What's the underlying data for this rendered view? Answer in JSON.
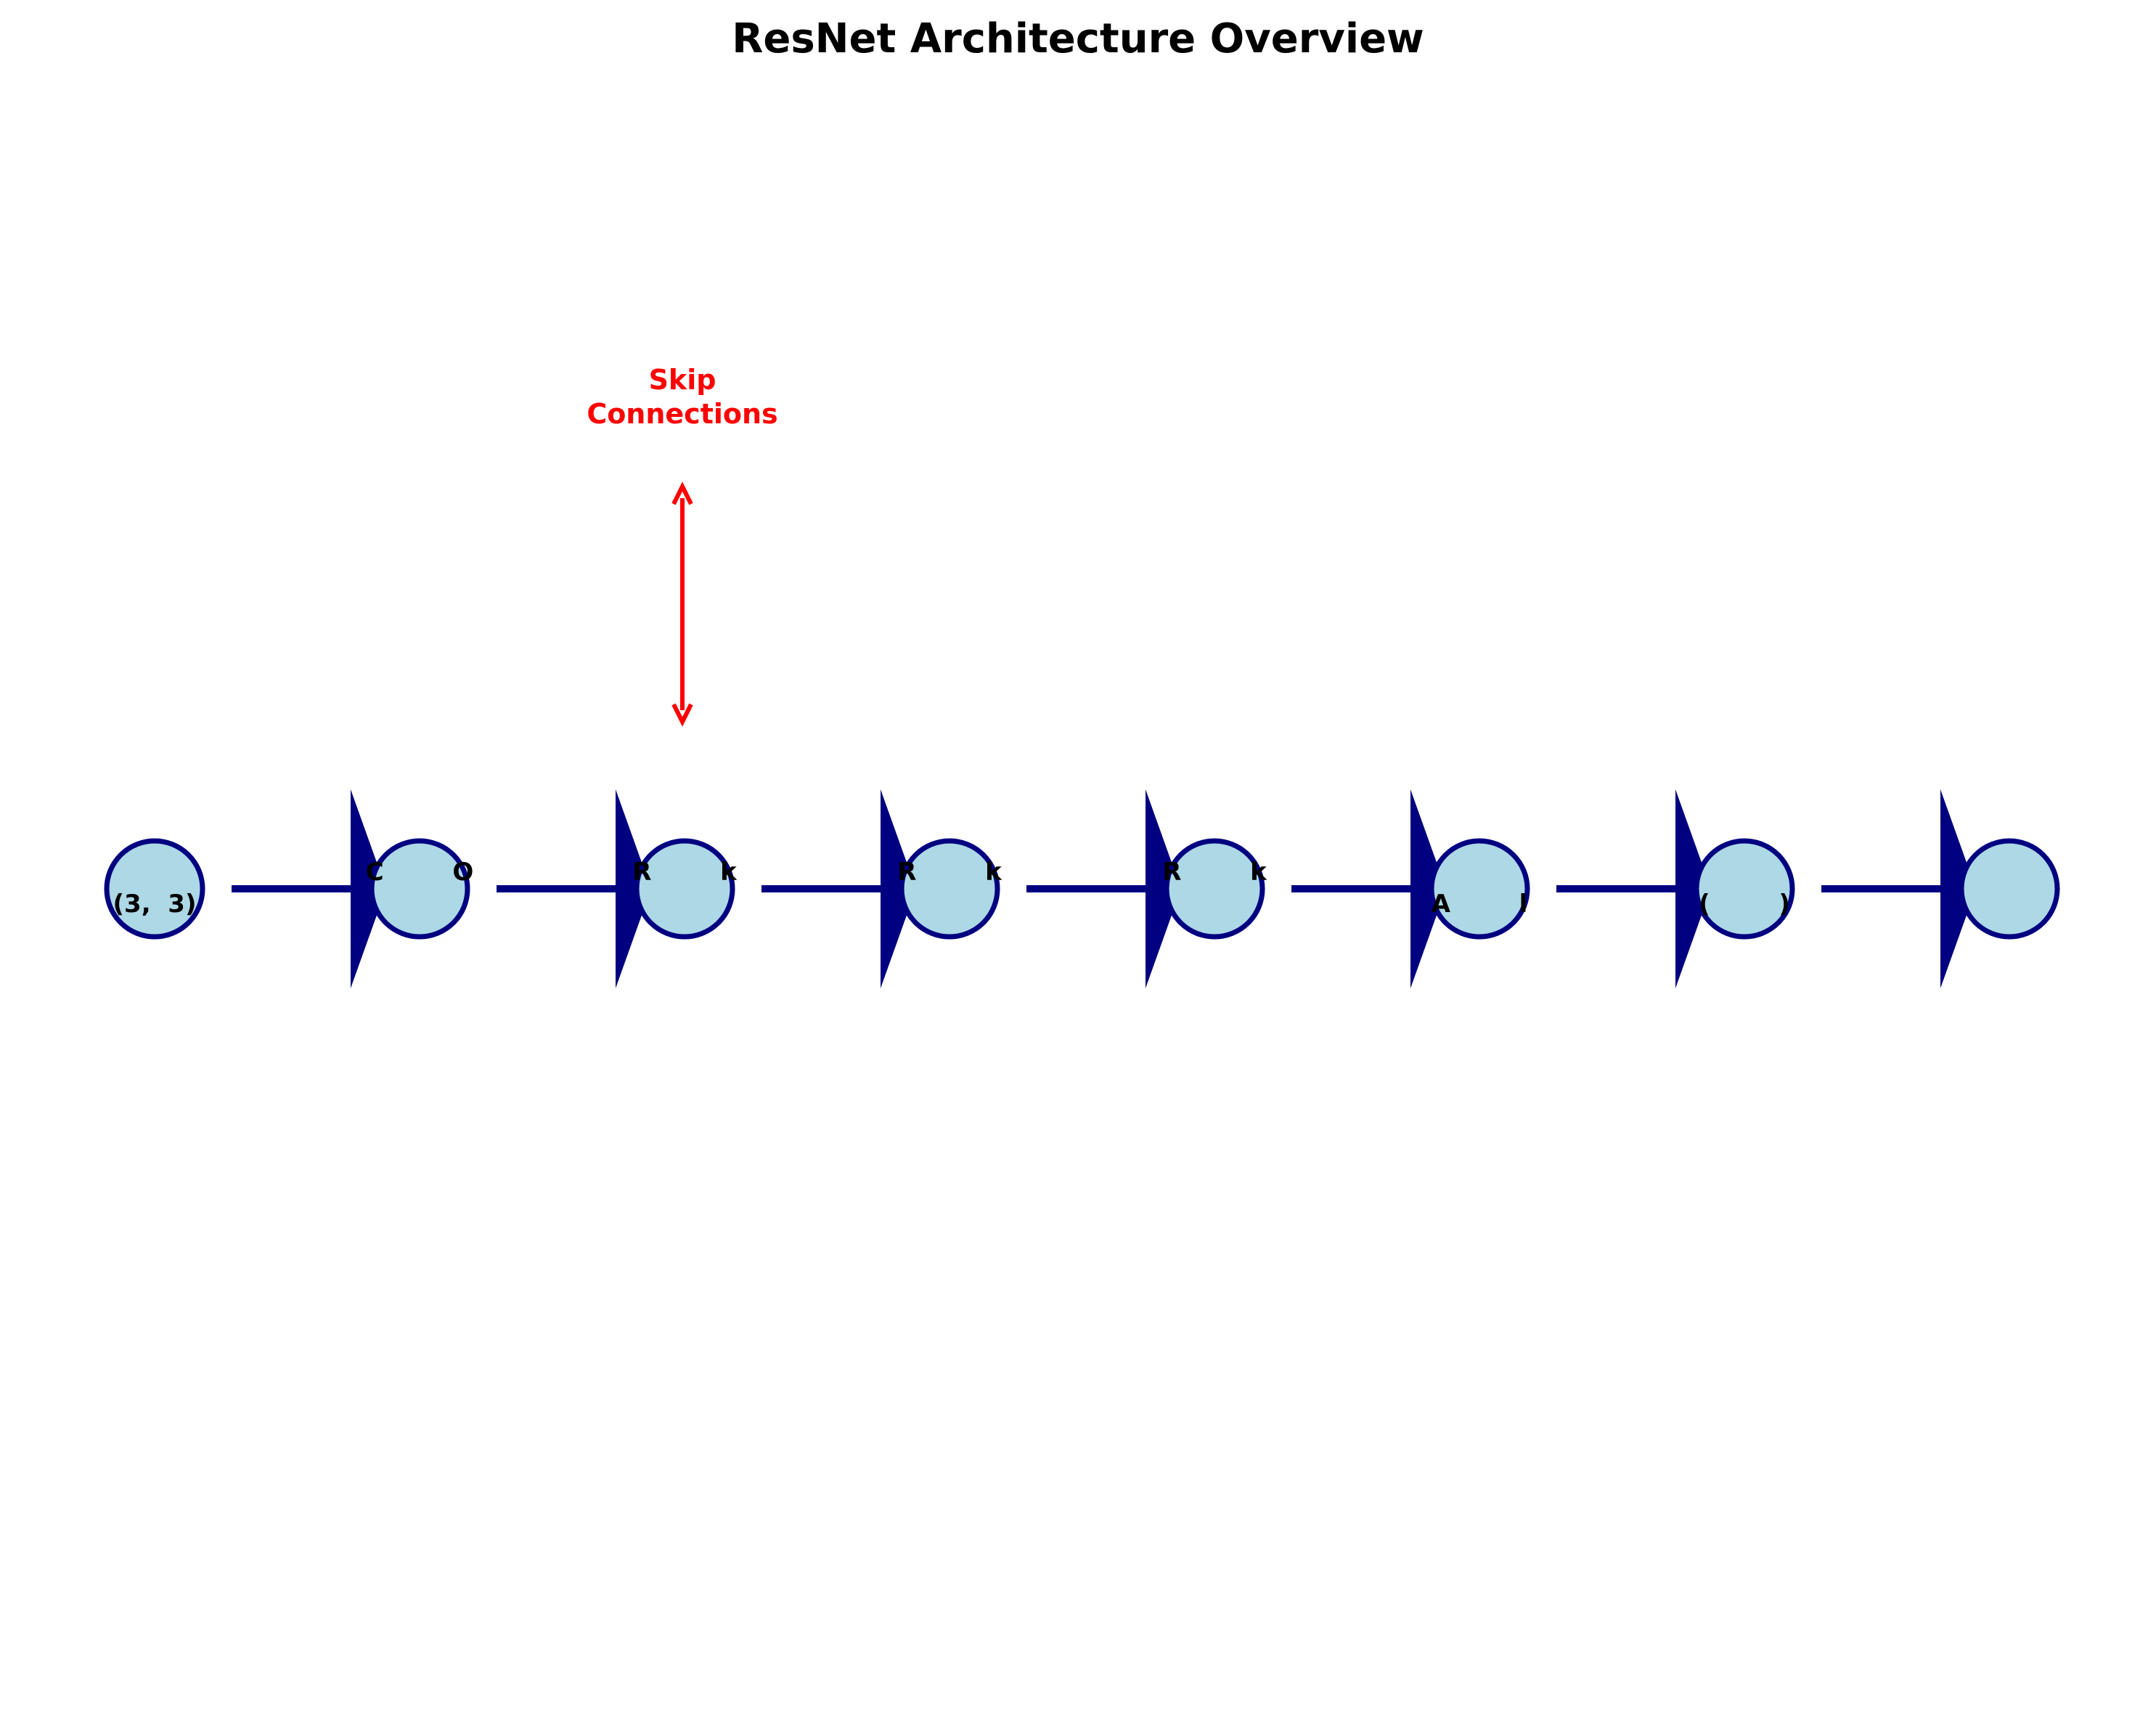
{
  "title": "ResNet Architecture Overview",
  "skip_annotation": {
    "line1": "Skip",
    "line2": "Connections",
    "color": "#ff0000"
  },
  "colors": {
    "node_fill": "#add8e6",
    "node_stroke": "#000080",
    "arrow": "#000080"
  },
  "nodes": [
    {
      "label_top": "",
      "label_bottom": "(3,  3)"
    },
    {
      "label_top": "C        O",
      "label_bottom": ""
    },
    {
      "label_top": "R        k",
      "label_bottom": ""
    },
    {
      "label_top": "R        k",
      "label_bottom": ""
    },
    {
      "label_top": "R        k",
      "label_bottom": ""
    },
    {
      "label_top": "",
      "label_bottom": "A        l"
    },
    {
      "label_top": "",
      "label_bottom": "(        )"
    },
    {
      "label_top": "",
      "label_bottom": ""
    }
  ]
}
